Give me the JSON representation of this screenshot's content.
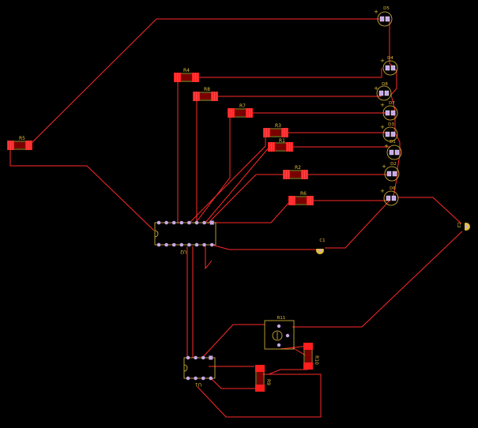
{
  "colors": {
    "background": "#000000",
    "trace": "#ff2a2a",
    "pad_red": "#ff1e1e",
    "pad_dark": "#7a0000",
    "silkscreen": "#e3bf3c",
    "via": "#c7a7e8",
    "plus": "#e3bf3c"
  },
  "components": {
    "resistors": [
      {
        "ref": "R4",
        "label": "R4"
      },
      {
        "ref": "R8",
        "label": "R8"
      },
      {
        "ref": "R7",
        "label": "R7"
      },
      {
        "ref": "R3",
        "label": "R3"
      },
      {
        "ref": "R1",
        "label": "R1"
      },
      {
        "ref": "R2",
        "label": "R2"
      },
      {
        "ref": "R6",
        "label": "R6"
      },
      {
        "ref": "R5",
        "label": "R5"
      },
      {
        "ref": "R10",
        "label": "R10"
      },
      {
        "ref": "R9",
        "label": "R9"
      }
    ],
    "leds": [
      {
        "ref": "D5",
        "label": "D5"
      },
      {
        "ref": "D4",
        "label": "D4"
      },
      {
        "ref": "D8",
        "label": "D8"
      },
      {
        "ref": "D7",
        "label": "D7"
      },
      {
        "ref": "D3",
        "label": "D3"
      },
      {
        "ref": "D1",
        "label": "D1"
      },
      {
        "ref": "D2",
        "label": "D2"
      },
      {
        "ref": "D6",
        "label": "D6"
      }
    ],
    "capacitors": [
      {
        "ref": "C1",
        "label": "C1"
      },
      {
        "ref": "C2",
        "label": "C2"
      }
    ],
    "ics": [
      {
        "ref": "U2",
        "label": "U2"
      },
      {
        "ref": "U1",
        "label": "U1"
      }
    ],
    "potentiometer": {
      "ref": "R11",
      "label": "R11"
    }
  },
  "polarity_mark": "+"
}
